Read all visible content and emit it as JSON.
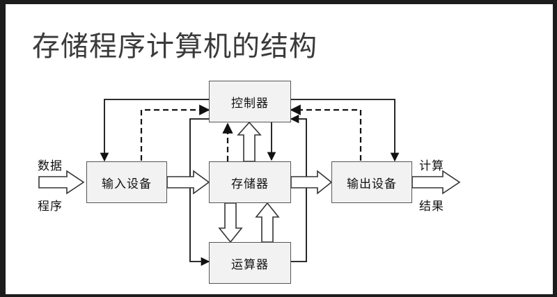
{
  "title": "存储程序计算机的结构",
  "nodes": {
    "controller": "控制器",
    "memory": "存储器",
    "input": "输入设备",
    "output": "输出设备",
    "alu": "运算器"
  },
  "labels": {
    "input_top": "数据",
    "input_bottom": "程序",
    "output_top": "计算",
    "output_bottom": "结果"
  }
}
